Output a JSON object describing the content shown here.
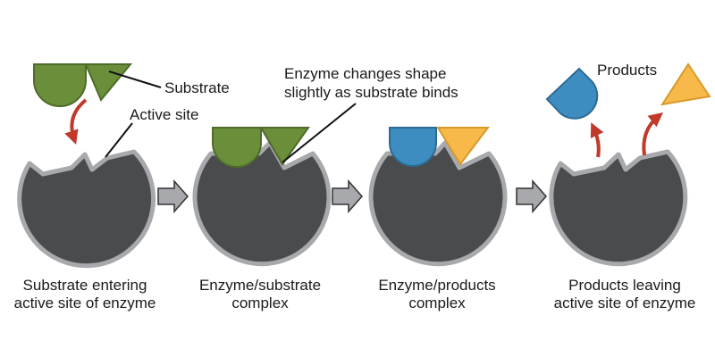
{
  "labels": {
    "substrate": "Substrate",
    "active_site": "Active site",
    "shape_change_line1": "Enzyme changes shape",
    "shape_change_line2": "slightly as substrate binds",
    "products": "Products"
  },
  "stages": [
    {
      "caption_line1": "Substrate entering",
      "caption_line2": "active site of enzyme"
    },
    {
      "caption_line1": "Enzyme/substrate",
      "caption_line2": "complex"
    },
    {
      "caption_line1": "Enzyme/products",
      "caption_line2": "complex"
    },
    {
      "caption_line1": "Products leaving",
      "caption_line2": "active site of enzyme"
    }
  ],
  "colors": {
    "enzyme_fill": "#4a4b4d",
    "enzyme_outline": "#a7a9ac",
    "substrate_green": "#6b8e3a",
    "substrate_outline": "#4f6b2a",
    "product_blue": "#3e8dc0",
    "product_orange": "#f6b94a",
    "red_arrow": "#c0392b",
    "gray_arrow": "#a7a9ac"
  }
}
